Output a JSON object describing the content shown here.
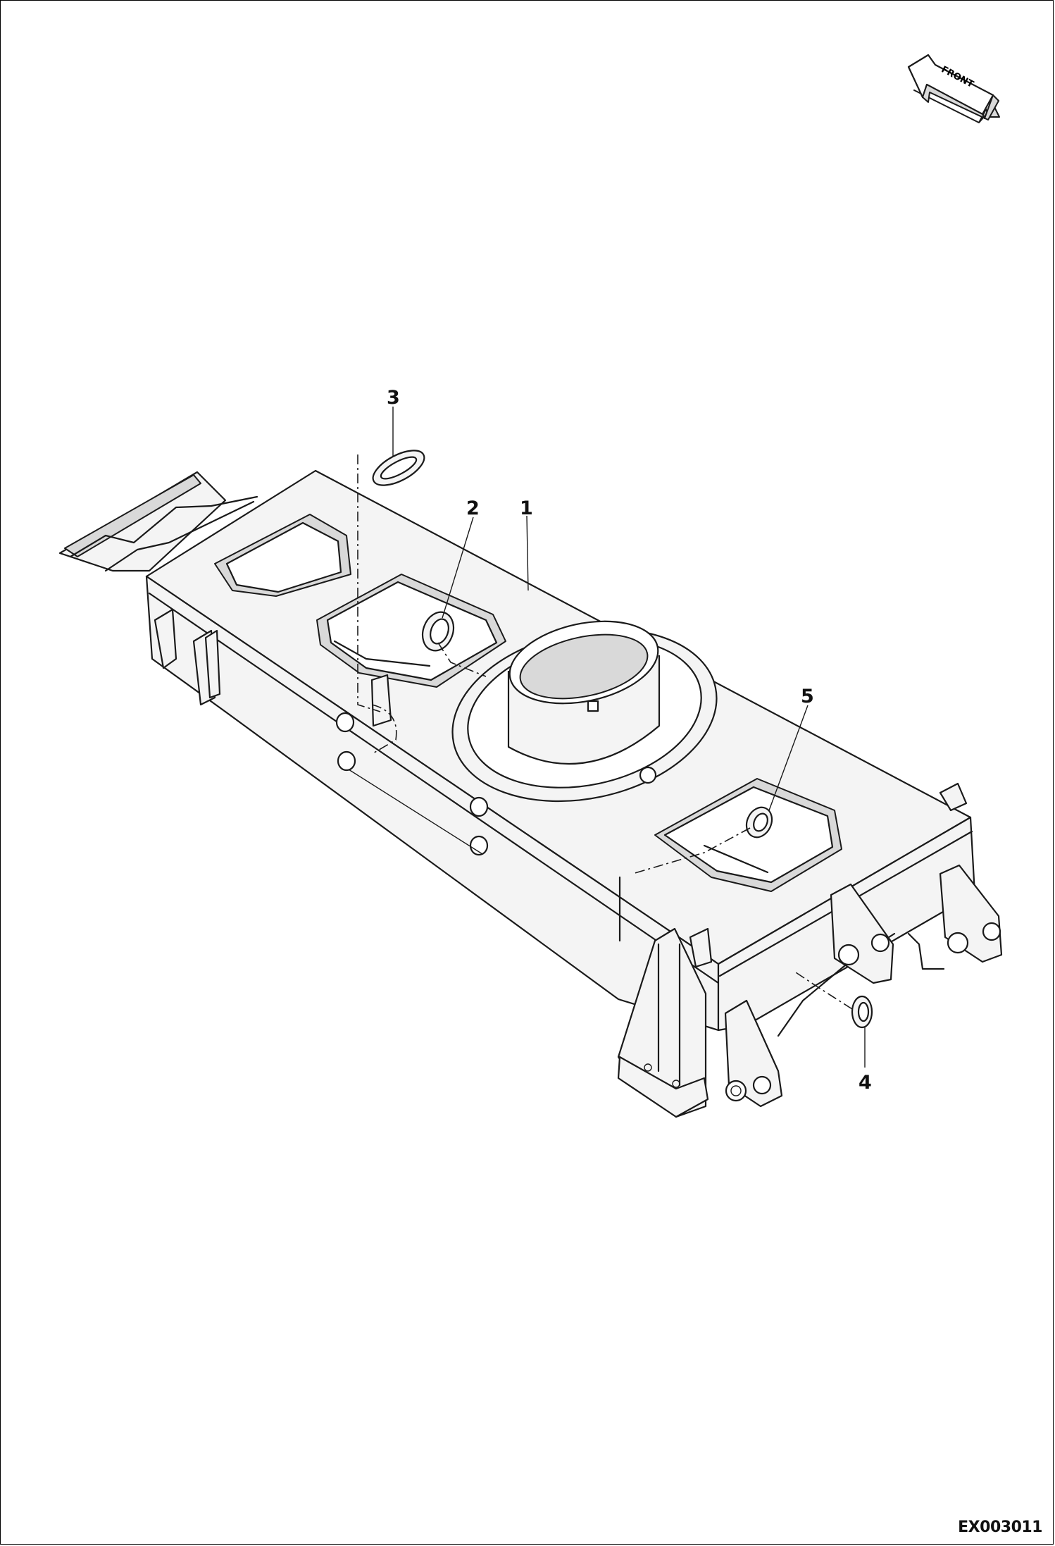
{
  "front_label": "FRONT",
  "figure_id": "EX003011",
  "callouts": [
    {
      "id": "callout-1",
      "label": "1"
    },
    {
      "id": "callout-2",
      "label": "2"
    },
    {
      "id": "callout-3",
      "label": "3"
    },
    {
      "id": "callout-4",
      "label": "4"
    },
    {
      "id": "callout-5",
      "label": "5"
    }
  ]
}
